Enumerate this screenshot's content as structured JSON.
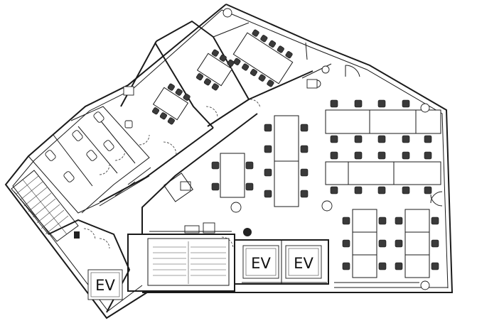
{
  "elevators": [
    {
      "id": "ev-1",
      "label": "EV"
    },
    {
      "id": "ev-2",
      "label": "EV"
    },
    {
      "id": "ev-3",
      "label": "EV"
    }
  ]
}
